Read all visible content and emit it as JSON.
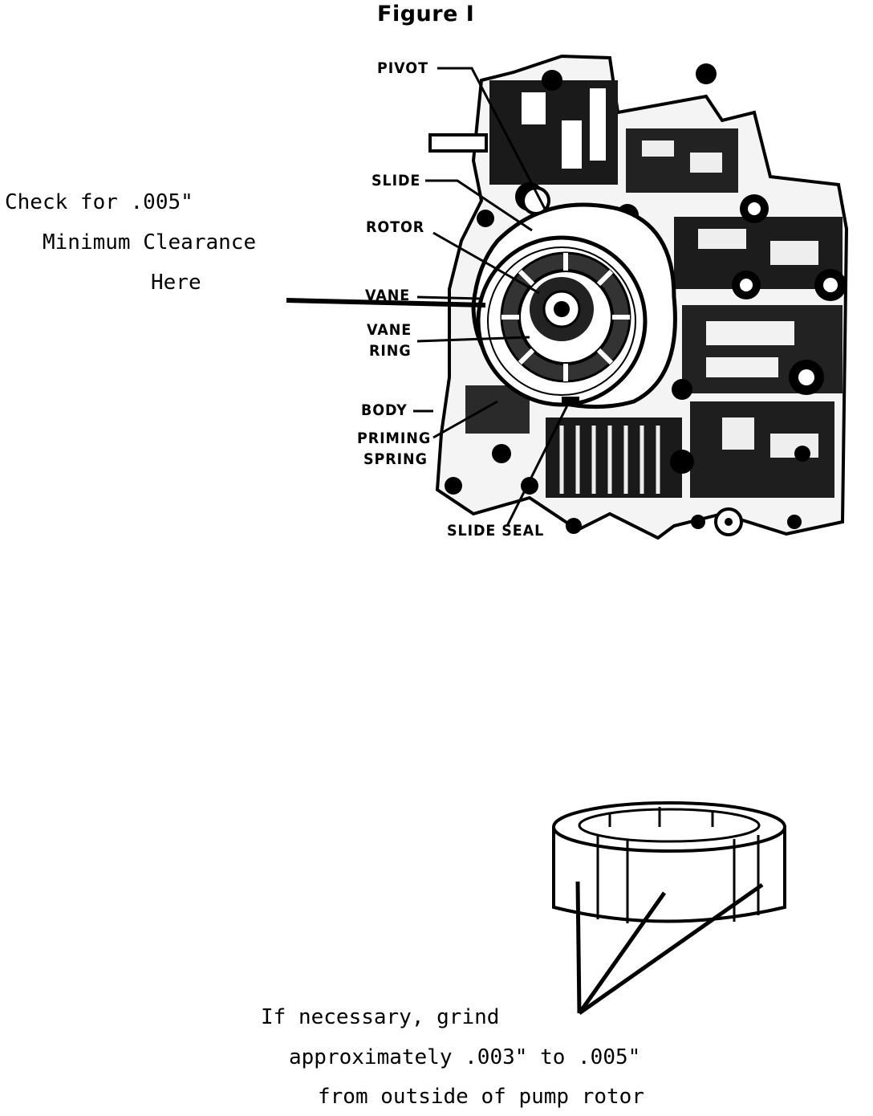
{
  "figure_title": "Figure I",
  "clearance_note": [
    "Check for .005\"",
    "Minimum Clearance",
    "Here"
  ],
  "pump_labels": {
    "pivot": "PIVOT",
    "slide": "SLIDE",
    "rotor": "ROTOR",
    "vane": "VANE",
    "vane_ring": [
      "VANE",
      "RING"
    ],
    "body": "BODY",
    "priming_spring": [
      "PRIMING",
      "SPRING"
    ],
    "slide_seal": "SLIDE SEAL"
  },
  "grind_note": [
    "If necessary, grind",
    "approximately .003\" to .005\"",
    "from outside of pump rotor"
  ]
}
